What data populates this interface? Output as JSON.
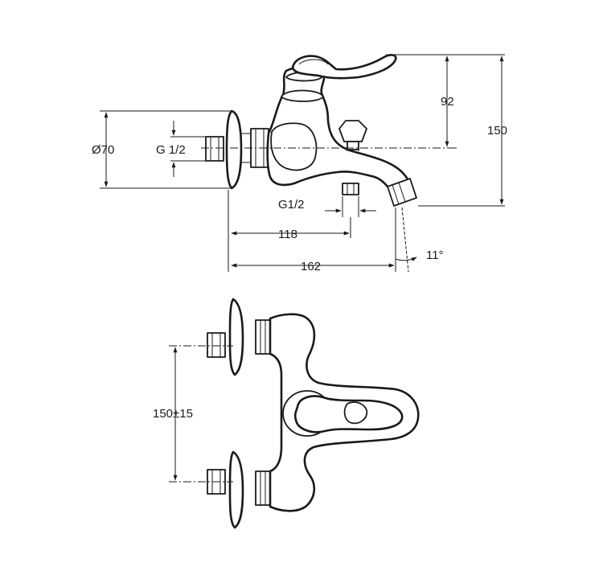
{
  "dimensions": {
    "height_lever": "92",
    "height_total": "150",
    "wall_diameter": "Ø70",
    "inlet_thread": "G 1/2",
    "outlet_thread": "G1/2",
    "projection_outlet": "118",
    "projection_spout": "162",
    "spout_angle": "11°",
    "inlet_spacing": "150±15"
  }
}
